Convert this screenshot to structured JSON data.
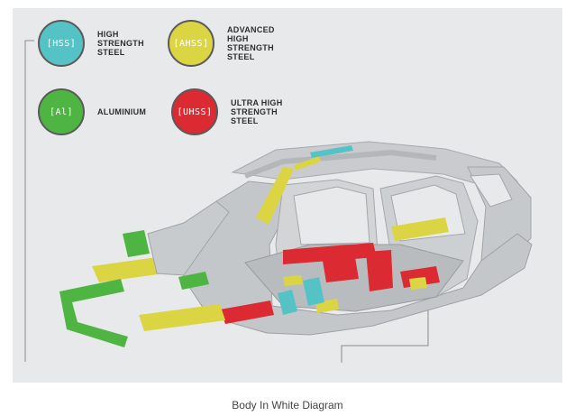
{
  "legend": [
    {
      "code": "[HSS]",
      "label": "HIGH\nSTRENGTH\nSTEEL",
      "color": "#55c3c6"
    },
    {
      "code": "[AHSS]",
      "label": "ADVANCED\nHIGH\nSTRENGTH\nSTEEL",
      "color": "#dcd543"
    },
    {
      "code": "[Al]",
      "label": "ALUMINIUM",
      "color": "#4fb542"
    },
    {
      "code": "[UHSS]",
      "label": "ULTRA HIGH\nSTRENGTH\nSTEEL",
      "color": "#dc2a33"
    }
  ],
  "caption": "Body In White Diagram",
  "colors": {
    "background": "#e8e9ea",
    "body_silver": "#c4c7ca",
    "hss_cyan": "#55c3c6",
    "ahss_yellow": "#dcd543",
    "aluminium_green": "#4fb542",
    "uhss_red": "#dc2a33"
  }
}
